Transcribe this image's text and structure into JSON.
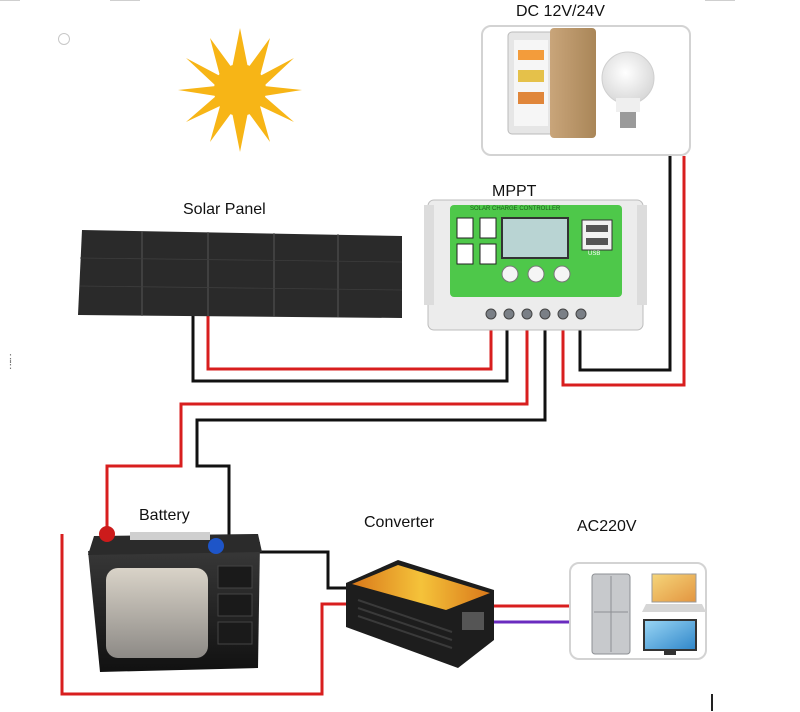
{
  "labels": {
    "dc_load": "DC 12V/24V",
    "solar_panel": "Solar Panel",
    "mppt": "MPPT",
    "battery": "Battery",
    "converter": "Converter",
    "ac_load": "AC220V"
  },
  "controller": {
    "header_text": "SOLAR CHARGE CONTROLLER",
    "usb_text": "USB"
  },
  "colors": {
    "positive_wire": "#d81e1e",
    "negative_wire": "#111111",
    "ac_wire_2": "#6a2bbf",
    "sun": "#f7b516",
    "controller_panel": "#4ec84a",
    "terminal_positive": "#cc1b1b",
    "terminal_negative": "#1e55c8"
  }
}
